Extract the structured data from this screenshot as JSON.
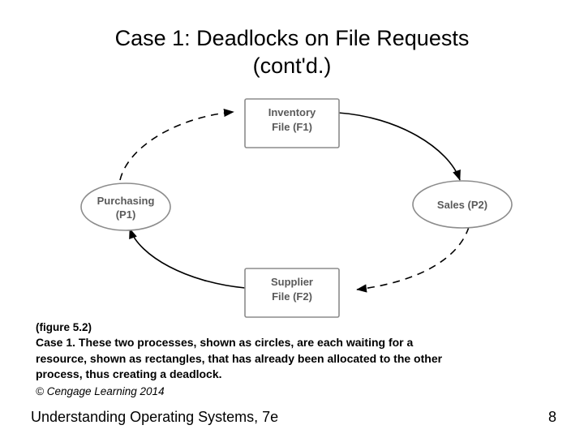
{
  "slide": {
    "title_line1": "Case 1: Deadlocks on File Requests",
    "title_line2": "(cont'd.)",
    "footer": "Understanding Operating Systems, 7e",
    "page_number": "8"
  },
  "diagram": {
    "type": "deadlock-cycle",
    "nodes": [
      {
        "id": "f1",
        "shape": "rectangle",
        "line1": "Inventory",
        "line2": "File  (F1)"
      },
      {
        "id": "p2",
        "shape": "ellipse",
        "line1": "Sales  (P2)",
        "line2": ""
      },
      {
        "id": "f2",
        "shape": "rectangle",
        "line1": "Supplier",
        "line2": "File  (F2)"
      },
      {
        "id": "p1",
        "shape": "ellipse",
        "line1": "Purchasing",
        "line2": "(P1)"
      }
    ],
    "edges": [
      {
        "from": "f1",
        "to": "p2",
        "style": "solid",
        "meaning": "allocated-to"
      },
      {
        "from": "p2",
        "to": "f2",
        "style": "dashed",
        "meaning": "waiting-for"
      },
      {
        "from": "f2",
        "to": "p1",
        "style": "solid",
        "meaning": "allocated-to"
      },
      {
        "from": "p1",
        "to": "f1",
        "style": "dashed",
        "meaning": "waiting-for"
      }
    ]
  },
  "caption": {
    "figure": "(figure 5.2)",
    "line1": "Case 1. These two processes, shown as circles, are each waiting for a",
    "line2": "resource, shown as rectangles, that has already been allocated to the other",
    "line3": "process, thus creating a deadlock.",
    "copyright": "© Cengage Learning 2014"
  },
  "colors": {
    "text": "#000000",
    "node_stroke": "#808080",
    "node_text": "#5a5a5a",
    "edge": "#000000"
  }
}
